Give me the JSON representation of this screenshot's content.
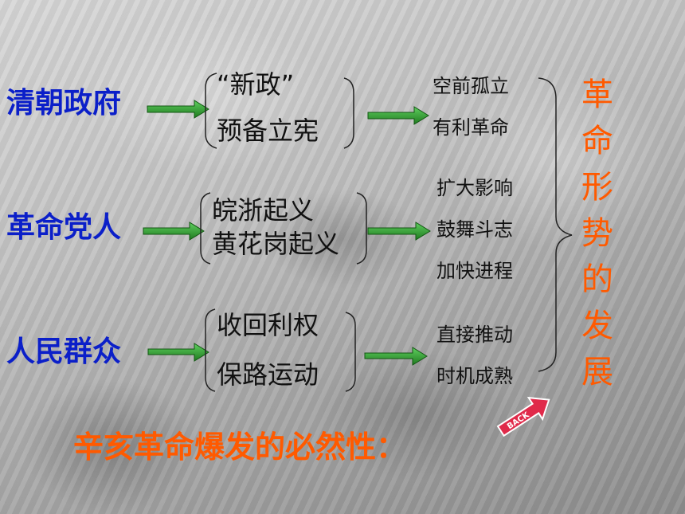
{
  "rows": [
    {
      "actor": "清朝政府",
      "actions": [
        "“新政”",
        "预备立宪"
      ],
      "results": [
        "空前孤立",
        "有利革命"
      ]
    },
    {
      "actor": "革命党人",
      "actions": [
        "皖浙起义",
        "黄花岗起义"
      ],
      "results": [
        "扩大影响",
        "鼓舞斗志",
        "加快进程"
      ]
    },
    {
      "actor": "人民群众",
      "actions": [
        "收回利权",
        "保路运动"
      ],
      "results": [
        "直接推动",
        "时机成熟"
      ]
    }
  ],
  "summary_chars": [
    "革",
    "命",
    "形",
    "势",
    "的",
    "发",
    "展"
  ],
  "conclusion": "辛亥革命爆发的必然性：",
  "back_label": "BACK",
  "colors": {
    "actor": "#0b1fc9",
    "accent": "#ff5a00",
    "arrow": "#2e8b2e"
  }
}
